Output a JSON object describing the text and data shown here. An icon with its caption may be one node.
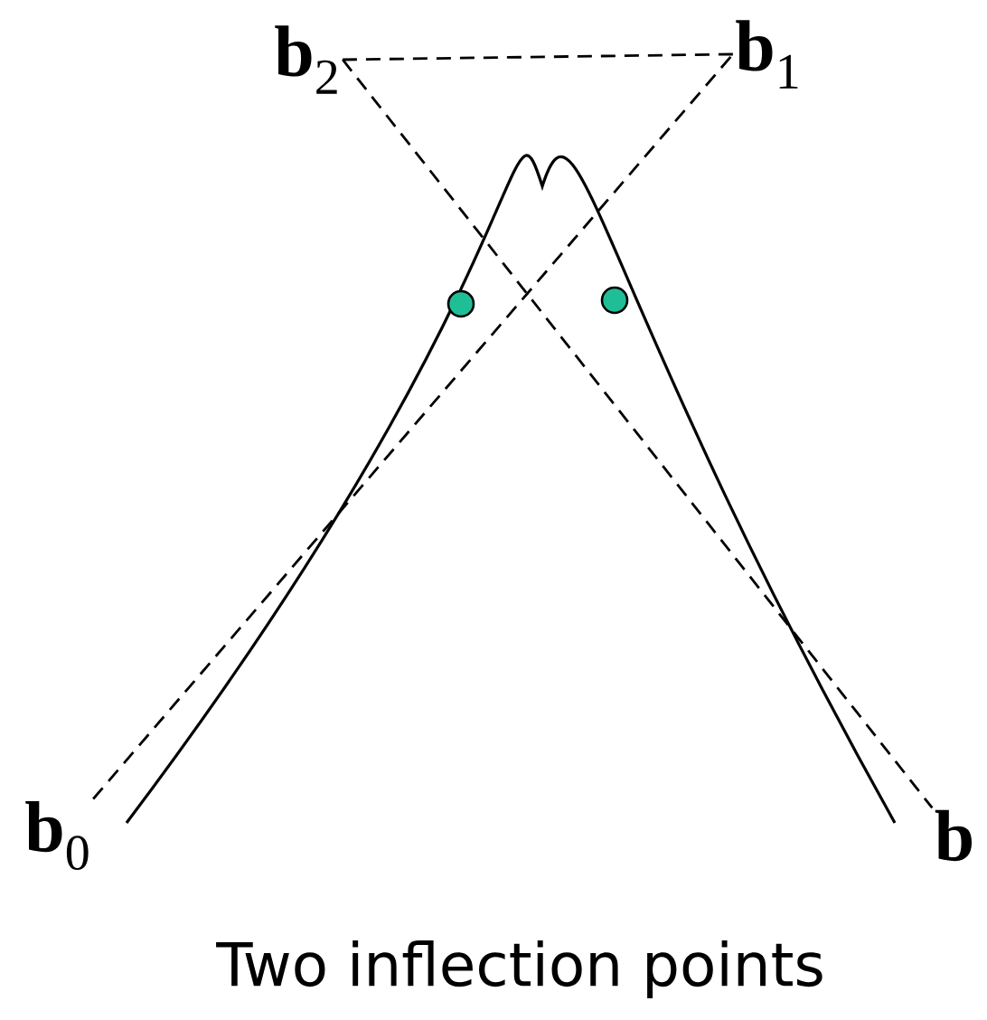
{
  "diagram": {
    "caption": "Two inflection points",
    "nodes": [
      {
        "text": [
          "**b**$_{0}$"
        ]
      },
      {
        "text": [
          "**b**$_{1}$"
        ]
      },
      {
        "text": [
          "**b**$_{2}$"
        ]
      },
      {
        "text": [
          "**b**"
        ]
      }
    ],
    "edges": [
      {
        "from": 0,
        "to": 1,
        "arrow": "none",
        "style": "dashed"
      },
      {
        "from": 1,
        "to": 2,
        "arrow": "none",
        "style": "dashed"
      },
      {
        "from": 2,
        "to": 3,
        "arrow": "none",
        "style": "dashed"
      }
    ]
  }
}
